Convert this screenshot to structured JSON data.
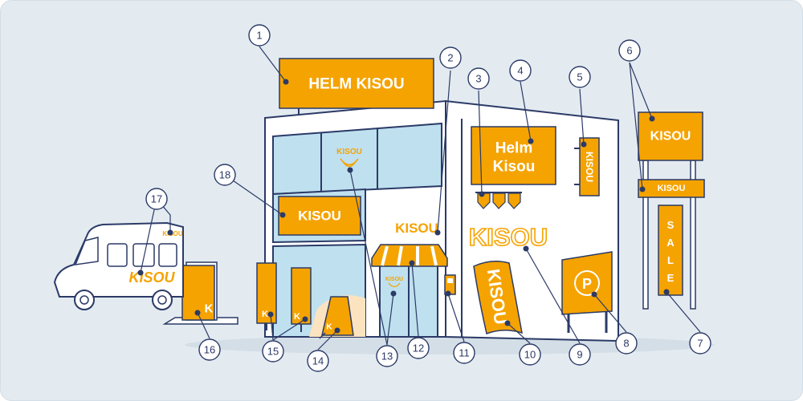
{
  "colors": {
    "background": "#e3ebf1",
    "outline": "#2b3a67",
    "brand": "#f5a300",
    "glass": "#bfe0ef",
    "building": "#ffffff"
  },
  "signs": {
    "roof": "HELM KISOU",
    "facade_two_lines": [
      "Helm",
      "Kisou"
    ],
    "blade": "KISOU",
    "window_logo": "KISOU",
    "banner_left": "KISOU",
    "channel_letters": "KISOU",
    "side_wall": "KISOU",
    "wall_graphic": "KISOU",
    "pylon_top": "KISOU",
    "pylon_small": "KISOU",
    "pylon_vertical": "SALE",
    "parking": "P",
    "totem_letter": "K",
    "flag_letter": "K",
    "aboard_letter": "K",
    "van_small": "KISOU",
    "van_large": "KISOU",
    "door_logo": "KISOU"
  },
  "callouts": [
    "1",
    "2",
    "3",
    "4",
    "5",
    "6",
    "7",
    "8",
    "9",
    "10",
    "11",
    "12",
    "13",
    "14",
    "15",
    "16",
    "17",
    "18"
  ]
}
